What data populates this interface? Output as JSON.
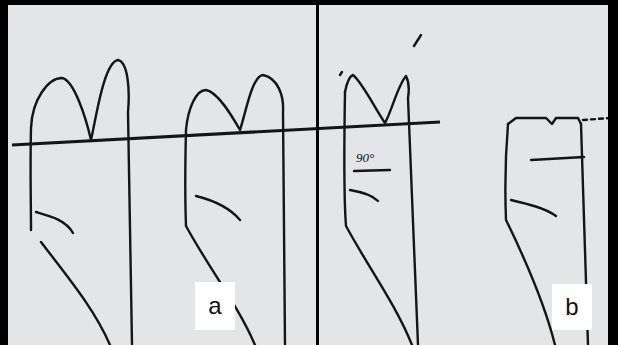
{
  "diagram": {
    "nodes": [
      {
        "text": [
          "a"
        ]
      },
      {
        "text": [
          "b"
        ]
      }
    ],
    "labels": [
      "90°"
    ]
  }
}
